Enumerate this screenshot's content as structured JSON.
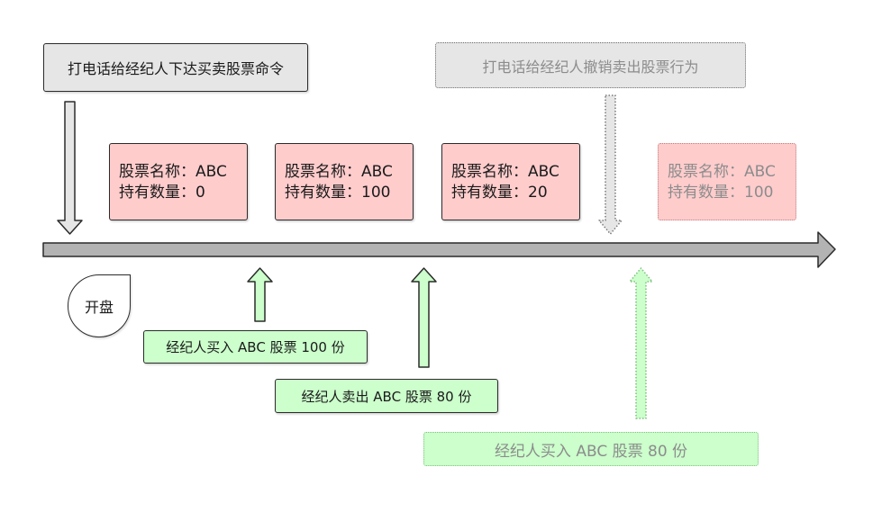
{
  "commands": {
    "place_order": "打电话给经纪人下达买卖股票命令",
    "cancel_sell": "打电话给经纪人撤销卖出股票行为"
  },
  "market_open": "开盘",
  "stock_states": [
    {
      "name_line": "股票名称：ABC",
      "qty_line": "持有数量：0"
    },
    {
      "name_line": "股票名称：ABC",
      "qty_line": "持有数量：100"
    },
    {
      "name_line": "股票名称：ABC",
      "qty_line": "持有数量：20"
    },
    {
      "name_line": "股票名称：ABC",
      "qty_line": "持有数量：100"
    }
  ],
  "actions": [
    {
      "label": "经纪人买入 ABC 股票 100 份"
    },
    {
      "label": "经纪人卖出 ABC 股票 80 份"
    },
    {
      "label": "经纪人买入 ABC 股票 80 份"
    }
  ],
  "colors": {
    "command_fill": "#e6e6e6",
    "stock_fill": "#ffcccc",
    "action_fill": "#ccffcc",
    "timeline_fill": "#b3b3b3",
    "ghost_text": "#8c8c8c"
  }
}
